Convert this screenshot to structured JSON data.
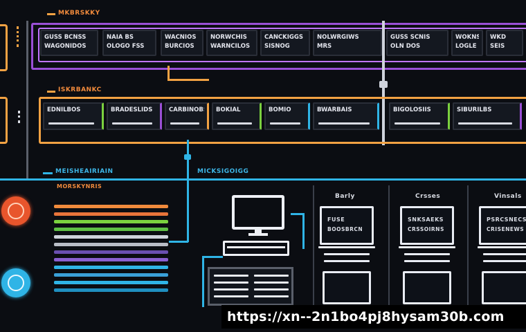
{
  "section1": {
    "header": "MKBRSKKY",
    "cells": [
      {
        "l1": "GUSS BCNSS",
        "l2": "WAGONIDOS"
      },
      {
        "l1": "NAIA BS",
        "l2": "OLOGO FSS"
      },
      {
        "l1": "WACNIOS",
        "l2": "BURCIOS"
      },
      {
        "l1": "NORWCHIS",
        "l2": "WARNCILOS"
      },
      {
        "l1": "CANCKIGGS",
        "l2": "SISNOG"
      },
      {
        "l1": "NOLWRGIWS",
        "l2": "MRS"
      },
      {
        "l1": "GUSS SCNIS",
        "l2": "OLN DOS"
      },
      {
        "l1": "WOKNSNOD",
        "l2": "LOGLE SLDS"
      },
      {
        "l1": "WKD",
        "l2": "SEIS"
      }
    ]
  },
  "section2": {
    "header": "ISKRBANKC",
    "cells": [
      {
        "l1": "EDNILBOS"
      },
      {
        "l1": "BRADESLIDS"
      },
      {
        "l1": "CARBINOBS"
      },
      {
        "l1": "BOKIAL"
      },
      {
        "l1": "BOMIO"
      },
      {
        "l1": "BWARBAIS"
      },
      {
        "l1": "BIGOLOSIIS"
      },
      {
        "l1": "SIBURILBS"
      }
    ]
  },
  "section3": {
    "header_left": "MEISHEAIRIAIN",
    "header_mid": "MICKSIGOIGG",
    "sub_label": "MORSKYNRIS",
    "columns": [
      {
        "title": "Barly",
        "l1": "FUSE",
        "l2": "BOOSBRCN"
      },
      {
        "title": "Crsses",
        "l1": "SNKSAEKS",
        "l2": "CRSSOIRNS"
      },
      {
        "title": "Vinsals",
        "l1": "PSRCSNECS",
        "l2": "CRISENEWS"
      }
    ]
  },
  "footer": {
    "url": "https://xn--2n1bo4pj8hysam30b.com"
  },
  "colors": {
    "purple": "#9a4fd6",
    "orange": "#f2a243",
    "cyan": "#2fb4e6",
    "green": "#7bd13f",
    "background": "#0b0d12"
  },
  "icons": [
    "orange-circle-icon",
    "cyan-circle-icon",
    "monitor-icon",
    "server-rack-icon"
  ]
}
